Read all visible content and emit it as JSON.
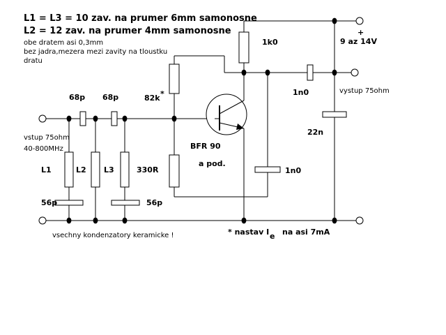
{
  "notes": {
    "line1": "L1 = L3 = 10 zav. na prumer 6mm samonosne",
    "line2": "L2 = 12 zav. na prumer 4mm samonosne",
    "line3": "obe dratem asi 0,3mm",
    "line4": "bez jadra,mezera mezi zavity na tloustku",
    "line5": "dratu"
  },
  "input": {
    "line1": "vstup 75ohm",
    "line2": "40-800MHz"
  },
  "output": {
    "label": "vystup 75ohm"
  },
  "supply": {
    "label": "9 az 14V",
    "plus": "+"
  },
  "components": {
    "c_in1": "68p",
    "c_in2": "68p",
    "r_bias": "82k",
    "r_bias_mark": "*",
    "r_collector": "1k0",
    "c_out": "1n0",
    "c_supply": "22n",
    "c_emitter": "1n0",
    "l1": "L1",
    "l2": "L2",
    "l3": "L3",
    "r_load": "330R",
    "c_shunt1": "56p",
    "c_shunt2": "56p",
    "transistor": "BFR 90",
    "transistor_note": "a pod."
  },
  "footer": {
    "ceramic_note": "vsechny kondenzatory keramicke !",
    "adjust_prefix": "* nastav I",
    "adjust_sub": "e",
    "adjust_suffix": "na asi 7mA"
  }
}
